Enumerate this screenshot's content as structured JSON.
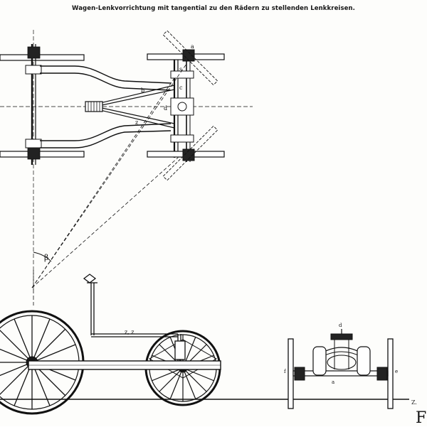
{
  "title": "Wagen-Lenkvorrichtung mit tangential zu den Rädern zu stellenden Lenkkreisen.",
  "labels": {
    "beta": "β",
    "a": "a",
    "b": "b",
    "c": "c",
    "d": "d",
    "s": "s",
    "z": "z",
    "zz": "z, z",
    "f": "f",
    "e": "e",
    "a_alt": "a"
  },
  "corner": {
    "small_text": "Z.",
    "large_text": "F"
  },
  "colors": {
    "ink": "#111111",
    "paper": "#fdfdfb"
  }
}
